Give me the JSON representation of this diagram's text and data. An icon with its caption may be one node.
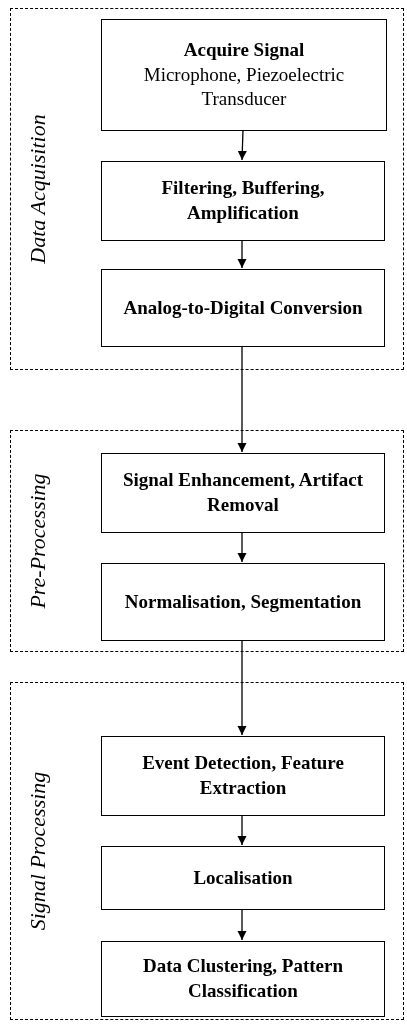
{
  "diagram": {
    "nodes": [
      {
        "text": [
          "Data Acquisition"
        ]
      },
      {
        "text": [
          "Acquire Signal",
          "Microphone, Piezoelectric Transducer"
        ],
        "in": 0
      },
      {
        "text": [
          "Filtering, Buffering, Amplification"
        ],
        "in": 0
      },
      {
        "text": [
          "Analog-to-Digital Conversion"
        ],
        "in": 0
      },
      {
        "text": [
          "Pre-Processing"
        ]
      },
      {
        "text": [
          "Signal Enhancement, Artifact Removal"
        ],
        "in": 4
      },
      {
        "text": [
          "Normalisation, Segmentation"
        ],
        "in": 4
      },
      {
        "text": [
          "Signal Processing"
        ]
      },
      {
        "text": [
          "Event Detection, Feature Extraction"
        ],
        "in": 7
      },
      {
        "text": [
          "Localisation"
        ],
        "in": 7
      },
      {
        "text": [
          "Data Clustering, Pattern Classification"
        ],
        "in": 7
      }
    ],
    "edges": [
      {
        "from": 1,
        "to": 2,
        "arrow": "to"
      },
      {
        "from": 2,
        "to": 3,
        "arrow": "to"
      },
      {
        "from": 3,
        "to": 5,
        "arrow": "to"
      },
      {
        "from": 5,
        "to": 6,
        "arrow": "to"
      },
      {
        "from": 6,
        "to": 8,
        "arrow": "to"
      },
      {
        "from": 8,
        "to": 9,
        "arrow": "to"
      },
      {
        "from": 9,
        "to": 10,
        "arrow": "to"
      }
    ]
  }
}
